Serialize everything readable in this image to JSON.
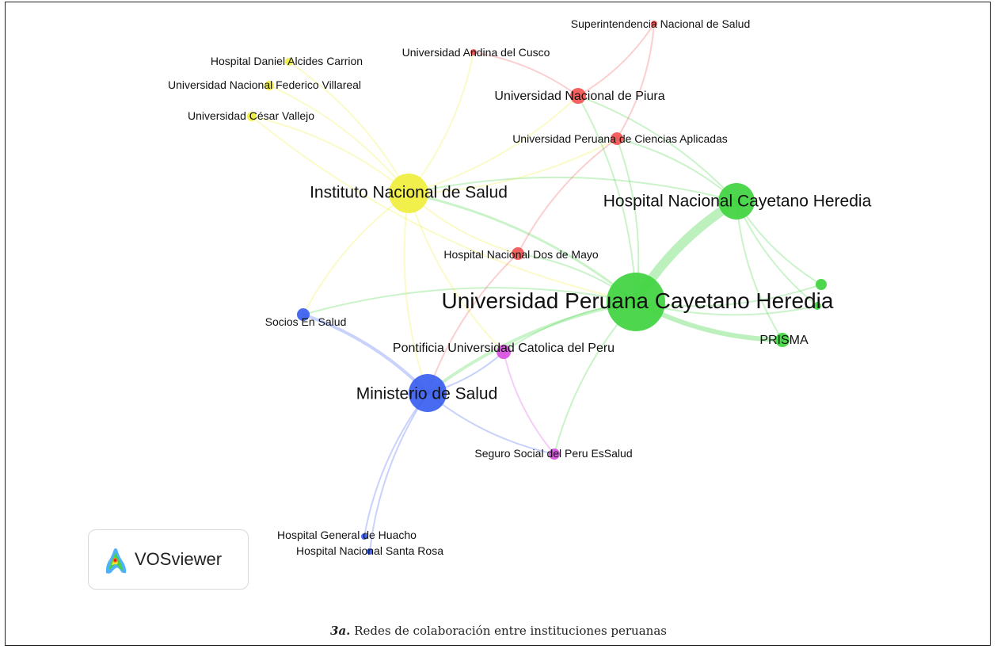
{
  "caption": {
    "figure_label": "3a.",
    "text": "Redes de colaboración entre instituciones peruanas"
  },
  "logo": {
    "text": "VOSviewer",
    "icon": "vosviewer-heatmap-icon"
  },
  "colors": {
    "yellow": "#f0ee3c",
    "red": "#f25454",
    "green": "#3fd43f",
    "blue": "#3a5ef0",
    "purple": "#d84fe0"
  },
  "nodes": [
    {
      "id": "ins",
      "label": "Instituto Nacional de Salud",
      "cluster": "yellow",
      "weight": 5
    },
    {
      "id": "hdac",
      "label": "Hospital Daniel Alcides Carrion",
      "cluster": "yellow",
      "weight": 1
    },
    {
      "id": "unfv",
      "label": "Universidad Nacional Federico Villareal",
      "cluster": "yellow",
      "weight": 1
    },
    {
      "id": "ucv",
      "label": "Universidad César Vallejo",
      "cluster": "yellow",
      "weight": 1
    },
    {
      "id": "sns",
      "label": "Superintendencia Nacional de Salud",
      "cluster": "red",
      "weight": 1
    },
    {
      "id": "uac",
      "label": "Universidad Andina del Cusco",
      "cluster": "red",
      "weight": 1
    },
    {
      "id": "unp",
      "label": "Universidad Nacional de Piura",
      "cluster": "red",
      "weight": 2
    },
    {
      "id": "upc",
      "label": "Universidad Peruana de Ciencias Aplicadas",
      "cluster": "red",
      "weight": 1.5
    },
    {
      "id": "hndm",
      "label": "Hospital Nacional Dos de Mayo",
      "cluster": "red",
      "weight": 1.5
    },
    {
      "id": "hnch",
      "label": "Hospital Nacional Cayetano Heredia",
      "cluster": "green",
      "weight": 4
    },
    {
      "id": "upch",
      "label": "Universidad Peruana Cayetano Heredia",
      "cluster": "green",
      "weight": 8
    },
    {
      "id": "prisma",
      "label": "PRISMA",
      "cluster": "green",
      "weight": 1.5
    },
    {
      "id": "g1",
      "label": "",
      "cluster": "green",
      "weight": 1
    },
    {
      "id": "g2",
      "label": "",
      "cluster": "green",
      "weight": 1
    },
    {
      "id": "ses",
      "label": "Socios En Salud",
      "cluster": "blue",
      "weight": 1.2
    },
    {
      "id": "minsa",
      "label": "Ministerio de Salud",
      "cluster": "blue",
      "weight": 5
    },
    {
      "id": "hgh",
      "label": "Hospital General de Huacho",
      "cluster": "blue",
      "weight": 0.8
    },
    {
      "id": "hnsr",
      "label": "Hospital Nacional Santa Rosa",
      "cluster": "blue",
      "weight": 0.8
    },
    {
      "id": "pucp",
      "label": "Pontificia Universidad Catolica del Peru",
      "cluster": "purple",
      "weight": 1.5
    },
    {
      "id": "essalud",
      "label": "Seguro Social del Peru  EsSalud",
      "cluster": "purple",
      "weight": 1.2
    }
  ],
  "links": [
    {
      "source": "hnch",
      "target": "upch",
      "weight": 6
    },
    {
      "source": "upch",
      "target": "prisma",
      "weight": 3
    },
    {
      "source": "hnch",
      "target": "prisma",
      "weight": 1
    },
    {
      "source": "hnch",
      "target": "g1",
      "weight": 1
    },
    {
      "source": "hnch",
      "target": "g2",
      "weight": 1
    },
    {
      "source": "upch",
      "target": "g1",
      "weight": 1
    },
    {
      "source": "upch",
      "target": "g2",
      "weight": 1
    },
    {
      "source": "upch",
      "target": "minsa",
      "weight": 2
    },
    {
      "source": "upch",
      "target": "ins",
      "weight": 1.5
    },
    {
      "source": "upch",
      "target": "hndm",
      "weight": 1
    },
    {
      "source": "upch",
      "target": "pucp",
      "weight": 1
    },
    {
      "source": "upch",
      "target": "essalud",
      "weight": 1
    },
    {
      "source": "upch",
      "target": "ses",
      "weight": 1
    },
    {
      "source": "upch",
      "target": "upc",
      "weight": 1
    },
    {
      "source": "upch",
      "target": "unp",
      "weight": 1
    },
    {
      "source": "hnch",
      "target": "upc",
      "weight": 1
    },
    {
      "source": "hnch",
      "target": "ins",
      "weight": 1
    },
    {
      "source": "hnch",
      "target": "unp",
      "weight": 1
    },
    {
      "source": "ins",
      "target": "hdac",
      "weight": 1
    },
    {
      "source": "ins",
      "target": "unfv",
      "weight": 1
    },
    {
      "source": "ins",
      "target": "ucv",
      "weight": 1
    },
    {
      "source": "ins",
      "target": "minsa",
      "weight": 1
    },
    {
      "source": "ins",
      "target": "hndm",
      "weight": 1
    },
    {
      "source": "ins",
      "target": "ses",
      "weight": 1
    },
    {
      "source": "ins",
      "target": "uac",
      "weight": 1
    },
    {
      "source": "ins",
      "target": "upc",
      "weight": 1
    },
    {
      "source": "ins",
      "target": "unp",
      "weight": 1
    },
    {
      "source": "ins",
      "target": "pucp",
      "weight": 1
    },
    {
      "source": "ucv",
      "target": "upch",
      "weight": 1
    },
    {
      "source": "unp",
      "target": "sns",
      "weight": 1
    },
    {
      "source": "unp",
      "target": "uac",
      "weight": 1
    },
    {
      "source": "upc",
      "target": "sns",
      "weight": 1
    },
    {
      "source": "upc",
      "target": "hndm",
      "weight": 1
    },
    {
      "source": "hndm",
      "target": "minsa",
      "weight": 1
    },
    {
      "source": "minsa",
      "target": "ses",
      "weight": 2
    },
    {
      "source": "minsa",
      "target": "pucp",
      "weight": 1
    },
    {
      "source": "minsa",
      "target": "essalud",
      "weight": 1
    },
    {
      "source": "minsa",
      "target": "hgh",
      "weight": 1
    },
    {
      "source": "minsa",
      "target": "hnsr",
      "weight": 1
    },
    {
      "source": "pucp",
      "target": "essalud",
      "weight": 1
    }
  ]
}
